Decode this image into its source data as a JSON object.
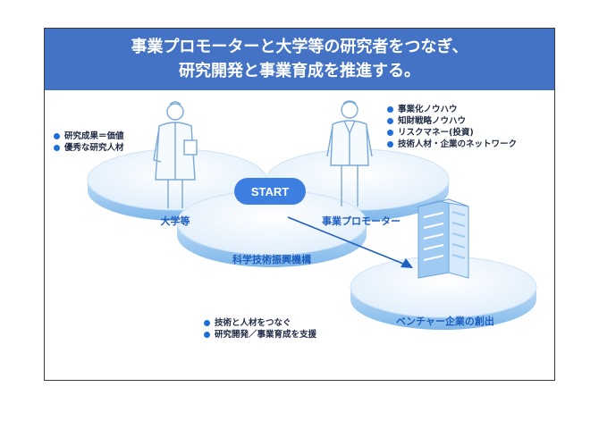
{
  "banner": {
    "line1": "事業プロモーターと大学等の研究者をつなぎ、",
    "line2": "研究開発と事業育成を推進する。"
  },
  "nodes": {
    "university": "大学等",
    "promoter": "事業プロモーター",
    "jst": "科学技術振興機構",
    "venture": "ベンチャー企業の創出",
    "start": "START"
  },
  "lists": {
    "university": [
      "研究成果＝価値",
      "優秀な研究人材"
    ],
    "promoter": [
      "事業化ノウハウ",
      "知財戦略ノウハウ",
      "リスクマネー(投資)",
      "技術人材・企業のネットワーク"
    ],
    "jst": [
      "技術と人材をつなぐ",
      "研究開発／事業育成を支援"
    ]
  },
  "colors": {
    "banner": "#4472c4",
    "disc_top": "#eaf4fd",
    "disc_side": "#9fcbf2",
    "accent": "#1e6fd9",
    "label_text": "#1f5fbf"
  },
  "icons": [
    "researcher-figure-icon",
    "businessman-figure-icon",
    "office-building-icon"
  ]
}
